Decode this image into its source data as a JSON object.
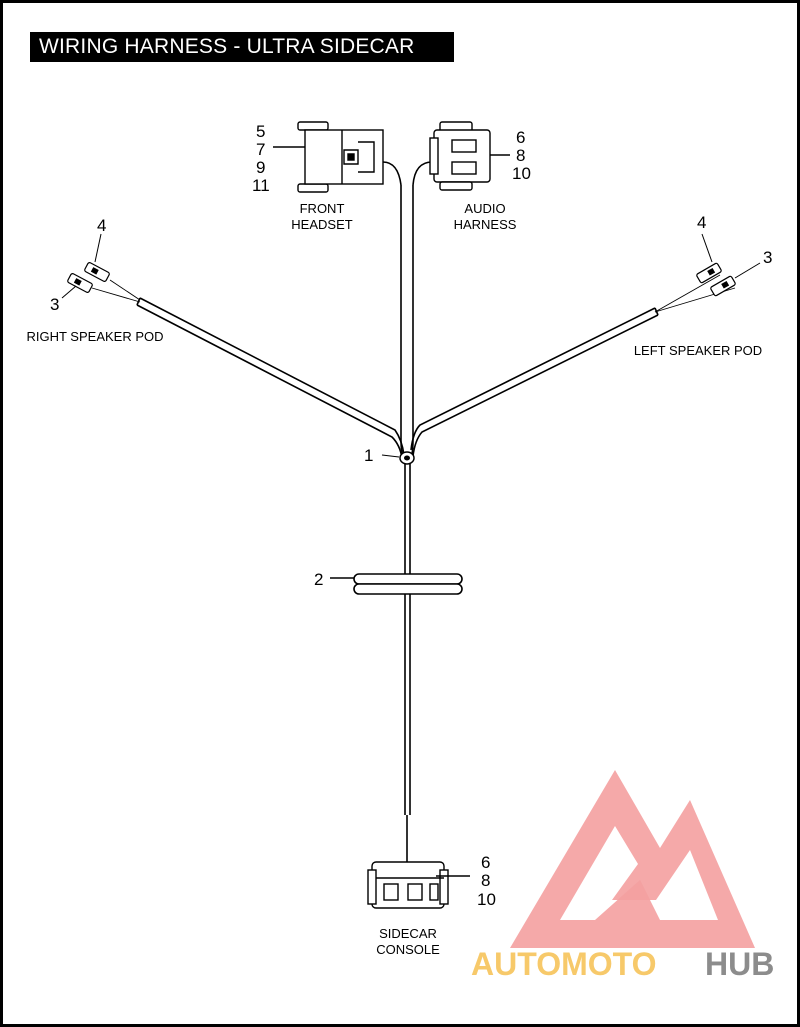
{
  "title": "WIRING HARNESS - ULTRA SIDECAR",
  "labels": {
    "front_headset": [
      "FRONT",
      "HEADSET"
    ],
    "audio_harness": [
      "AUDIO",
      "HARNESS"
    ],
    "right_speaker_pod": "RIGHT SPEAKER POD",
    "left_speaker_pod": "LEFT SPEAKER POD",
    "sidecar_console": [
      "SIDECAR",
      "CONSOLE"
    ]
  },
  "callouts": {
    "front_headset": [
      "5",
      "7",
      "9",
      "11"
    ],
    "audio_harness": [
      "6",
      "8",
      "10"
    ],
    "sidecar_console": [
      "6",
      "8",
      "10"
    ],
    "right_pod_top": "4",
    "right_pod_bottom": "3",
    "left_pod_top": "4",
    "left_pod_bottom": "3",
    "junction": "1",
    "grommet": "2"
  },
  "watermark": {
    "part1": "AUTOMOTO",
    "part2": "HUB",
    "color_primary": "#f4a0a0",
    "color_accent": "#f7c96a",
    "color_dark": "#8c8c8c"
  }
}
